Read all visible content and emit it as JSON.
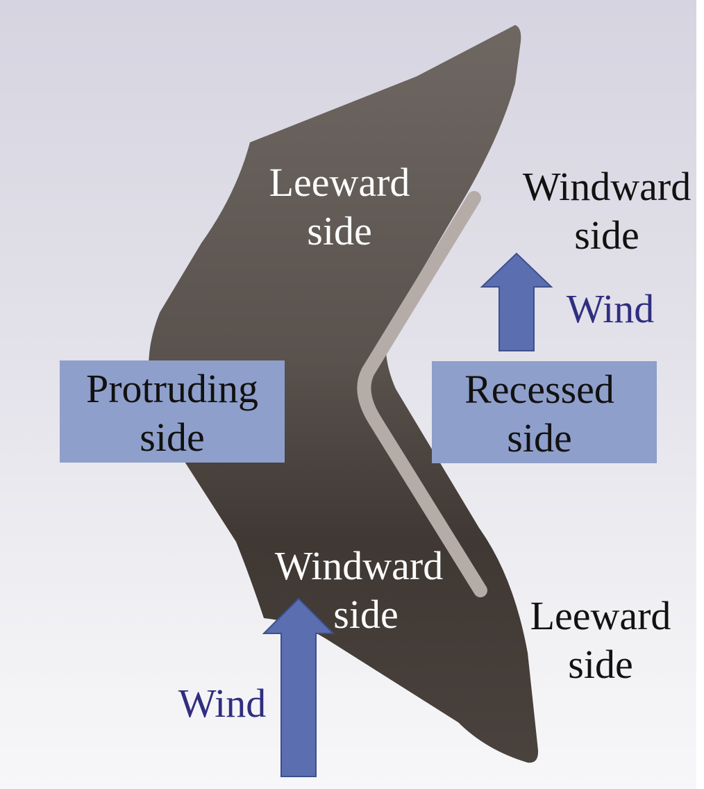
{
  "labels": {
    "leeward_top": [
      "Leeward",
      "side"
    ],
    "windward_top": [
      "Windward",
      "side"
    ],
    "wind_top": "Wind",
    "protruding": [
      "Protruding",
      "side"
    ],
    "recessed": [
      "Recessed",
      "side"
    ],
    "windward_bottom": [
      "Windward",
      "side"
    ],
    "leeward_bottom": [
      "Leeward",
      "side"
    ],
    "wind_bottom": "Wind"
  },
  "colors": {
    "blade_dark": "#3d3631",
    "blade_light": "#6e6762",
    "edge_highlight": "#b5aca8",
    "arrow": "#5a6eb0",
    "label_box": "#8f9fcb",
    "wind_text": "#302e80"
  }
}
